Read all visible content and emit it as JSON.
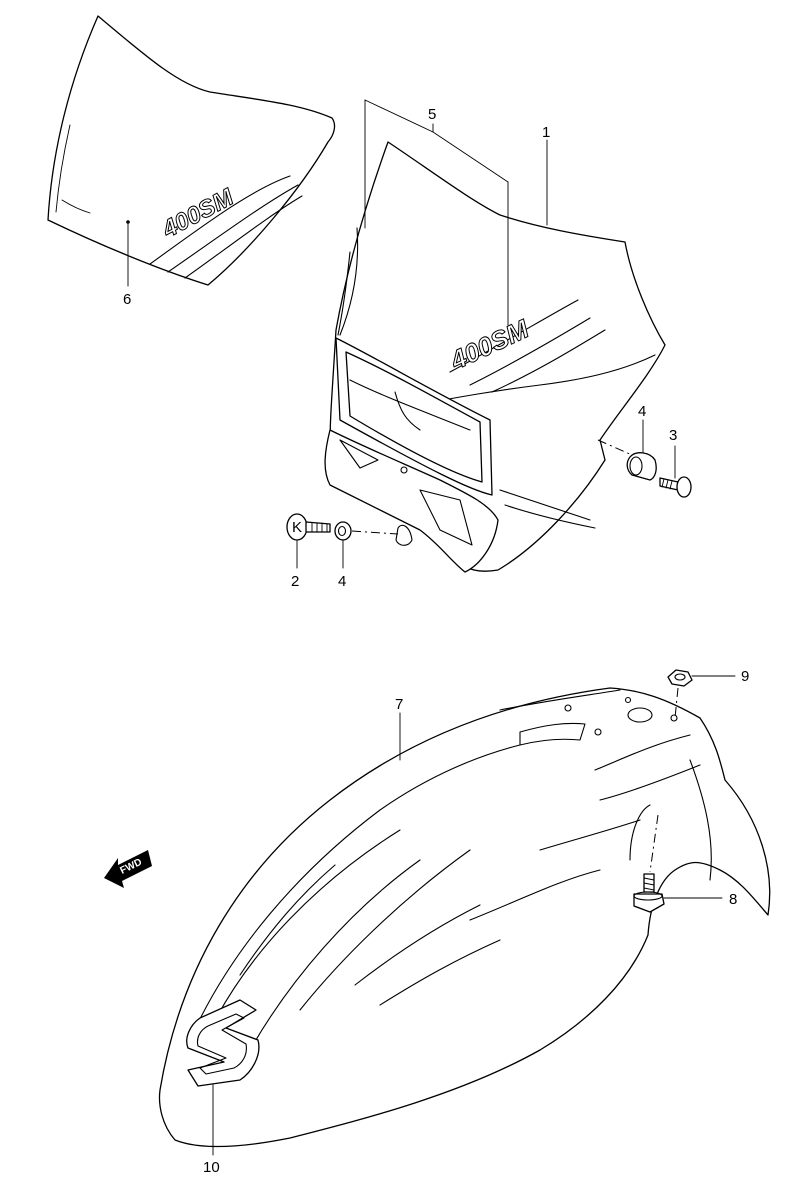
{
  "callouts": {
    "c1": "1",
    "c2": "2",
    "c3": "3",
    "c4a": "4",
    "c4b": "4",
    "c5": "5",
    "c6": "6",
    "c7": "7",
    "c8": "8",
    "c9": "9",
    "c10": "10"
  },
  "decals": {
    "model_badge_visor": "400SM",
    "model_badge_cowl": "400SM",
    "fwd_arrow": "FWD",
    "bolt_head_mark": "K"
  }
}
